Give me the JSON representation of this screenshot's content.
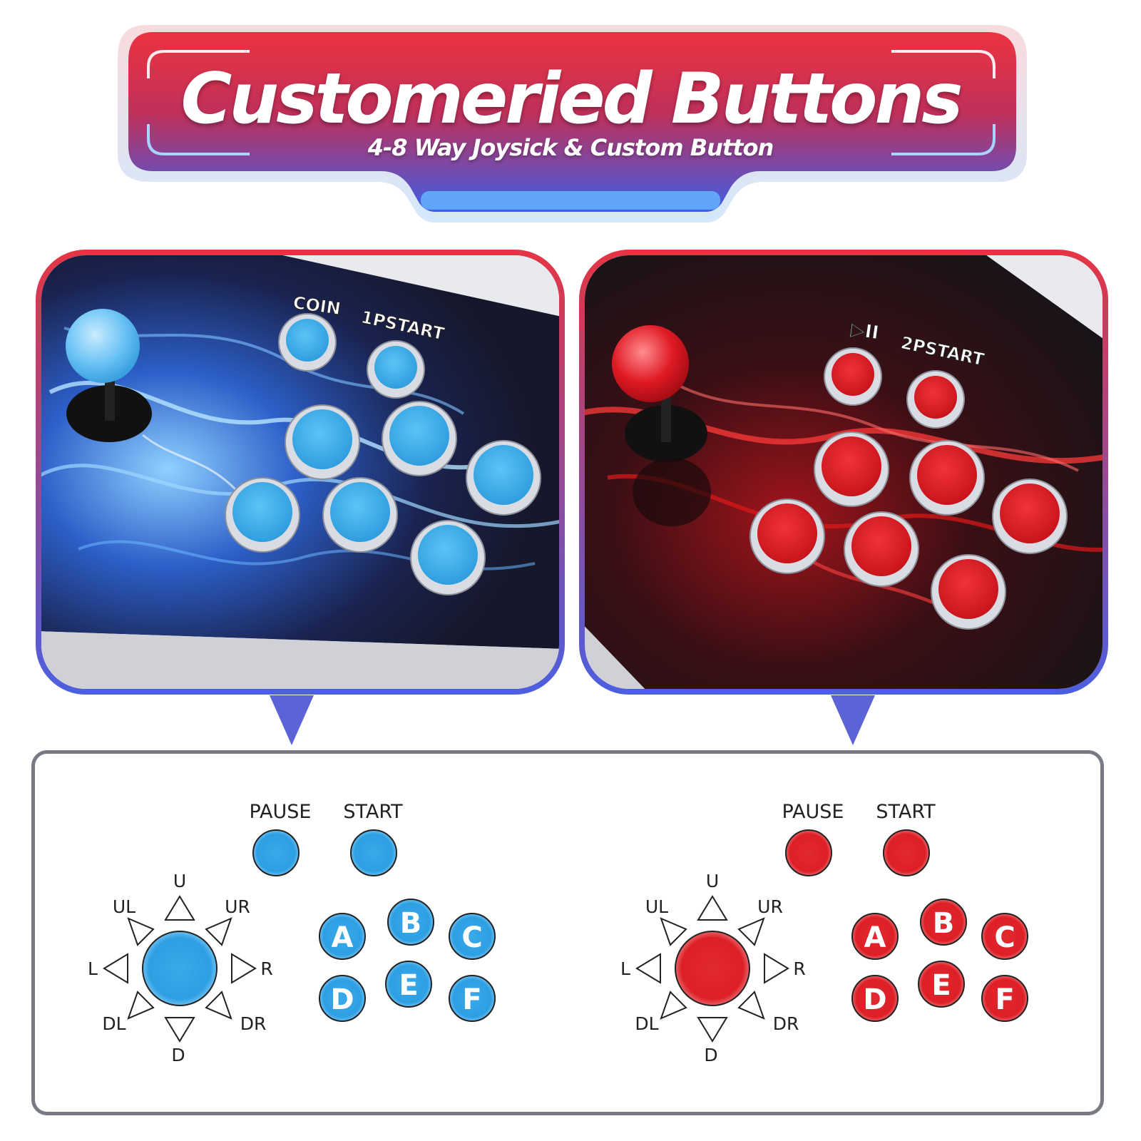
{
  "banner": {
    "title": "Customeried Buttons",
    "subtitle": "4-8 Way Joysick &  Custom Button"
  },
  "colors": {
    "blue": "#2d9fe3",
    "red": "#dd1f26",
    "banner_top": "#e7343f",
    "banner_bottom": "#4b5bdf",
    "panel_border_top": "#e43545",
    "panel_border_bottom": "#4c5fe0"
  },
  "panel_left": {
    "labels": [
      "COIN",
      "1PSTART"
    ],
    "theme": "blue"
  },
  "panel_right": {
    "labels": [
      "▷II",
      "2PSTART"
    ],
    "theme": "red"
  },
  "diagram": {
    "left": {
      "top_buttons": [
        "PAUSE",
        "START"
      ],
      "directions": {
        "u": "U",
        "ul": "UL",
        "ur": "UR",
        "l": "L",
        "r": "R",
        "dl": "DL",
        "dr": "DR",
        "d": "D"
      },
      "buttons": [
        "A",
        "B",
        "C",
        "D",
        "E",
        "F"
      ]
    },
    "right": {
      "top_buttons": [
        "PAUSE",
        "START"
      ],
      "directions": {
        "u": "U",
        "ul": "UL",
        "ur": "UR",
        "l": "L",
        "r": "R",
        "dl": "DL",
        "dr": "DR",
        "d": "D"
      },
      "buttons": [
        "A",
        "B",
        "C",
        "D",
        "E",
        "F"
      ]
    }
  }
}
